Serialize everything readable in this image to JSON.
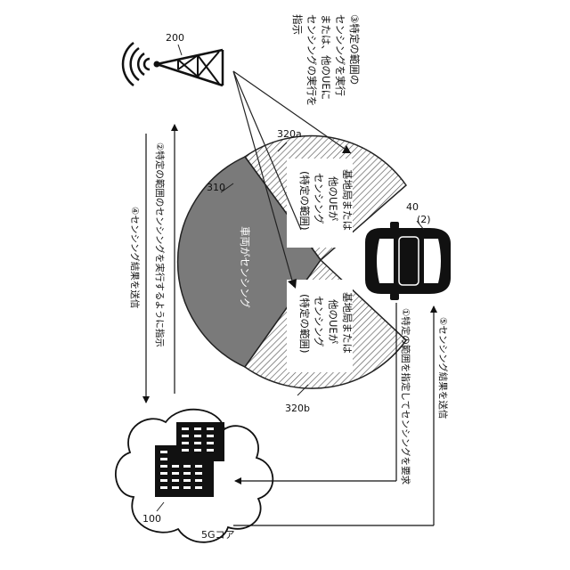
{
  "nodes": {
    "tower": {
      "ref": "200"
    },
    "core": {
      "ref": "100",
      "name": "5Gコア"
    },
    "vehicle": {
      "ref": "40",
      "ref2": "(2)"
    },
    "sector_vehicle": {
      "ref": "310",
      "text": "車両がセンシング"
    },
    "sector_a": {
      "ref": "320a",
      "lines": [
        "基地局または",
        "他のUEが",
        "センシング",
        "(特定の範囲)"
      ]
    },
    "sector_b": {
      "ref": "320b",
      "lines": [
        "基地局または",
        "他のUEが",
        "センシング",
        "(特定の範囲)"
      ]
    }
  },
  "messages": {
    "m1": "①特定の範囲を指定してセンシングを要求",
    "m2": "②特定の範囲のセンシングを実行するように指示",
    "m3": [
      "③特定の範囲の",
      "センシングを実行",
      "または、他のUEに",
      "センシングの実行を",
      "指示"
    ],
    "m4": "④センシング結果を送信",
    "m5": "⑤センシング結果を送信"
  }
}
